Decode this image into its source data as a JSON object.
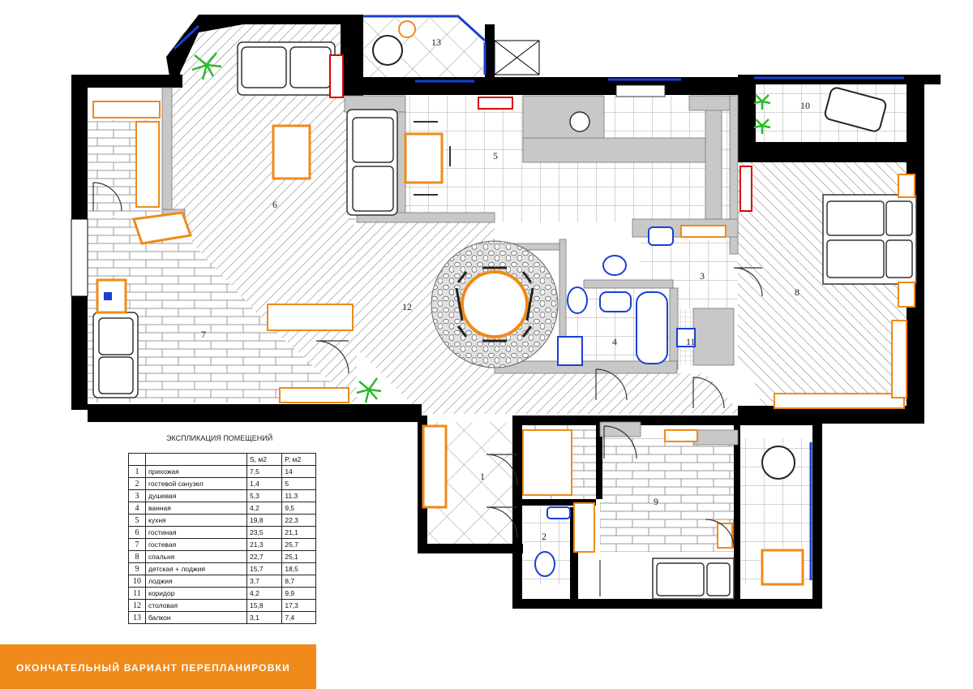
{
  "plan": {
    "room_numbers": [
      "1",
      "2",
      "3",
      "4",
      "5",
      "6",
      "7",
      "8",
      "9",
      "10",
      "11",
      "12",
      "13"
    ]
  },
  "explication": {
    "title": "ЭКСПЛИКАЦИЯ ПОМЕЩЕНИЙ",
    "headers": [
      "",
      "",
      "S, м2",
      "P, м2"
    ],
    "rows": [
      {
        "n": "1",
        "name": "прихожая",
        "s": "7,5",
        "p": "14"
      },
      {
        "n": "2",
        "name": "гостевой санузел",
        "s": "1,4",
        "p": "5"
      },
      {
        "n": "3",
        "name": "душевая",
        "s": "5,3",
        "p": "11,3"
      },
      {
        "n": "4",
        "name": "ванная",
        "s": "4,2",
        "p": "9,5"
      },
      {
        "n": "5",
        "name": "кухня",
        "s": "19,8",
        "p": "22,3"
      },
      {
        "n": "6",
        "name": "гостиная",
        "s": "23,5",
        "p": "21,1"
      },
      {
        "n": "7",
        "name": "гостевая",
        "s": "21,3",
        "p": "25,7"
      },
      {
        "n": "8",
        "name": "спальня",
        "s": "22,7",
        "p": "25,1"
      },
      {
        "n": "9",
        "name": "детская + лоджия",
        "s": "15,7",
        "p": "18,5"
      },
      {
        "n": "10",
        "name": "лоджия",
        "s": "3,7",
        "p": "8,7"
      },
      {
        "n": "11",
        "name": "коридор",
        "s": "4,2",
        "p": "9,9"
      },
      {
        "n": "12",
        "name": "столовая",
        "s": "15,8",
        "p": "17,3"
      },
      {
        "n": "13",
        "name": "балкон",
        "s": "3,1",
        "p": "7,4"
      }
    ]
  },
  "banner": {
    "text": "ОКОНЧАТЕЛЬНЫЙ ВАРИАНТ ПЕРЕПЛАНИРОВКИ"
  },
  "colors": {
    "wall": "#000000",
    "accent": "#f08a1a",
    "tile": "#ffffff",
    "window": "#1a3fd6",
    "gray": "#c8c8c8"
  }
}
